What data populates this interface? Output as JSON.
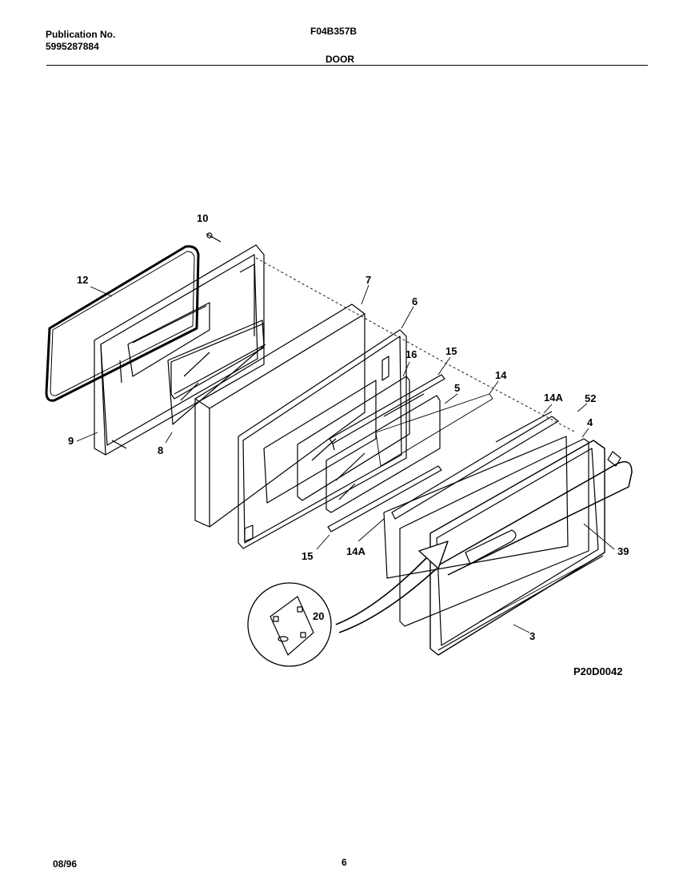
{
  "header": {
    "publication_label": "Publication No.",
    "publication_number": "5995287884",
    "model": "F04B357B",
    "section": "DOOR"
  },
  "diagram": {
    "code": "P20D0042",
    "callouts": [
      "10",
      "12",
      "7",
      "6",
      "16",
      "15",
      "5",
      "14",
      "14A",
      "52",
      "4",
      "39",
      "3",
      "9",
      "8",
      "15",
      "14A",
      "20"
    ]
  },
  "footer": {
    "date": "08/96",
    "page": "6"
  }
}
